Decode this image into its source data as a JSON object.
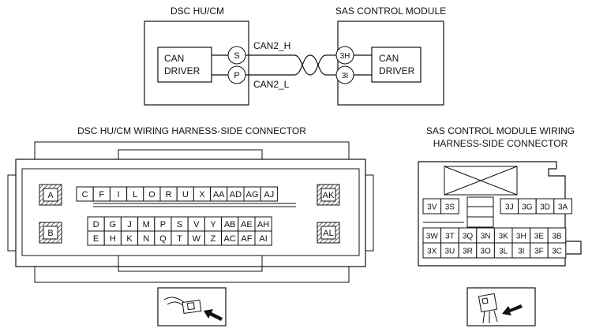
{
  "top": {
    "left_module": {
      "title": "DSC HU/CM",
      "driver": [
        "CAN",
        "DRIVER"
      ],
      "pins": [
        "S",
        "P"
      ]
    },
    "right_module": {
      "title": "SAS CONTROL MODULE",
      "driver": [
        "CAN",
        "DRIVER"
      ],
      "pins": [
        "3H",
        "3I"
      ]
    },
    "wires": {
      "high": "CAN2_H",
      "low": "CAN2_L"
    }
  },
  "dsc_connector": {
    "title": "DSC HU/CM WIRING HARNESS-SIDE CONNECTOR",
    "side_left": [
      "A",
      "B"
    ],
    "side_right": [
      "AK",
      "AL"
    ],
    "row1": [
      "C",
      "F",
      "I",
      "L",
      "O",
      "R",
      "U",
      "X",
      "AA",
      "AD",
      "AG",
      "AJ"
    ],
    "row2": [
      "D",
      "G",
      "J",
      "M",
      "P",
      "S",
      "V",
      "Y",
      "AB",
      "AE",
      "AH"
    ],
    "row3": [
      "E",
      "H",
      "K",
      "N",
      "Q",
      "T",
      "W",
      "Z",
      "AC",
      "AF",
      "AI"
    ]
  },
  "sas_connector": {
    "title": [
      "SAS CONTROL MODULE WIRING",
      "HARNESS-SIDE CONNECTOR"
    ],
    "row1_left": [
      "3V",
      "3S"
    ],
    "row1_right": [
      "3J",
      "3G",
      "3D",
      "3A"
    ],
    "row2": [
      "3W",
      "3T",
      "3Q",
      "3N",
      "3K",
      "3H",
      "3E",
      "3B"
    ],
    "row3": [
      "3X",
      "3U",
      "3R",
      "3O",
      "3L",
      "3I",
      "3F",
      "3C"
    ]
  }
}
